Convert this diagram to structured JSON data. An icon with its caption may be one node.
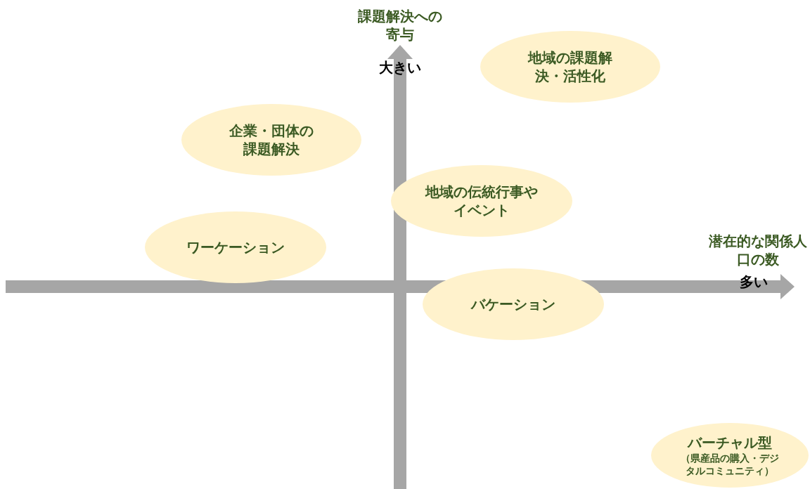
{
  "diagram": {
    "nodes": [
      {
        "text": [
          "地域の課題解決・活性化"
        ]
      },
      {
        "text": [
          "企業・団体の課題解決"
        ]
      },
      {
        "text": [
          "地域の伝統行事やイベント"
        ]
      },
      {
        "text": [
          "ワーケーション"
        ]
      },
      {
        "text": [
          "バケーション"
        ]
      },
      {
        "text": [
          "バーチャル型",
          "（県産品の購入・デジタルコミュニティ）"
        ]
      }
    ],
    "labels": [
      "課題解決への寄与",
      "大きい",
      "潜在的な関係人口の数",
      "多い"
    ]
  }
}
